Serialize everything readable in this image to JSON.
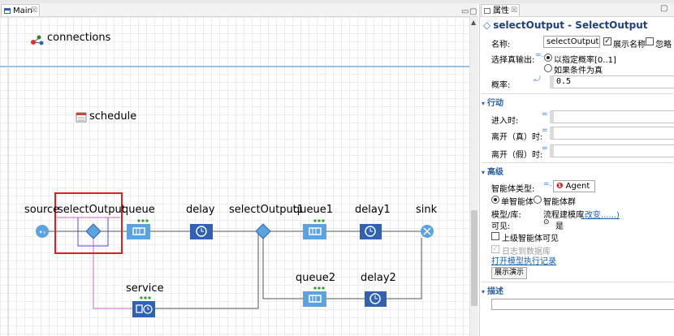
{
  "editor": {
    "tab_label": "Main",
    "labels": {
      "connections": "connections",
      "schedule": "schedule",
      "source": "source",
      "selectOutput": "selectOutput",
      "queue": "queue",
      "delay": "delay",
      "selectOutput1": "selectOutput1",
      "queue1": "queue1",
      "delay1": "delay1",
      "sink": "sink",
      "service": "service",
      "queue2": "queue2",
      "delay2": "delay2"
    },
    "colors": {
      "block_blue": "#2f62b3",
      "light_blue": "#5ba2e0",
      "selection_red": "#e02020",
      "link_pink": "#cc66cc"
    }
  },
  "properties": {
    "tab_label": "属性",
    "title": "selectOutput - SelectOutput",
    "name_label": "名称:",
    "name_value": "selectOutput",
    "show_name_label": "展示名称",
    "show_name_checked": true,
    "ignore_label": "忽略",
    "ignore_checked": false,
    "select_true_label": "选择真输出:",
    "option1": "以指定概率[0..1]",
    "option2": "如果条件为真",
    "prob_label": "概率:",
    "prob_value": "0.5",
    "section_action": "行动",
    "on_enter_label": "进入时:",
    "on_exit_true_label": "离开（真）时:",
    "on_exit_false_label": "离开（假）时:",
    "section_advanced": "高级",
    "agent_type_label": "智能体类型:",
    "agent_type_value": "Agent",
    "single_agent_label": "单智能体",
    "agent_group_label": "智能体群",
    "model_lib_label": "模型/库:",
    "model_lib_value": "流程建模库",
    "change_link": "(改变......)",
    "visible_label": "可见:",
    "visible_value": "是",
    "upper_visible_label": "上级智能体可见",
    "log_label": "日志到数据库",
    "open_log_link": "打开模型执行记录",
    "demo_button": "展示演示",
    "section_desc": "描述"
  }
}
